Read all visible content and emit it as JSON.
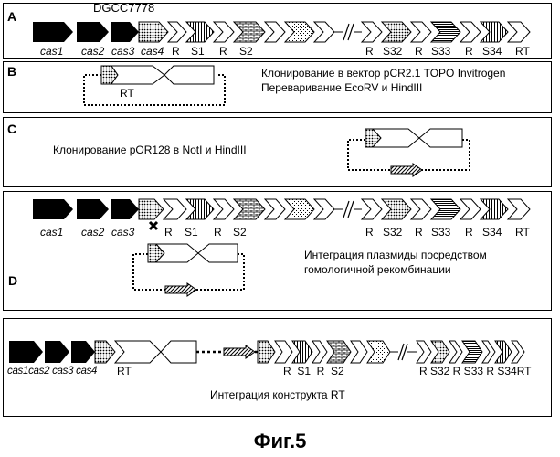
{
  "panels": {
    "a": {
      "letter": "A",
      "strain": "DGCC7778",
      "cas_labels": [
        "cas1",
        "cas2",
        "cas3",
        "cas4"
      ],
      "array_labels": [
        "R",
        "S1",
        "R",
        "S2"
      ],
      "array_labels_right": [
        "R",
        "S32",
        "R",
        "S33",
        "R",
        "S34",
        "RT"
      ]
    },
    "b": {
      "letter": "B",
      "rt_label": "RT",
      "text_line1": "Клонирование в вектор pCR2.1 TOPO Invitrogen",
      "text_line2": "Переваривание EcoRV и HindIII"
    },
    "c": {
      "letter": "C",
      "text": "Клонирование pOR128 в NotI и HindIII"
    },
    "d": {
      "letter": "D",
      "cas_labels": [
        "cas1",
        "cas2",
        "cas3"
      ],
      "array_labels": [
        "R",
        "S1",
        "R",
        "S2"
      ],
      "array_labels_right": [
        "R",
        "S32",
        "R",
        "S33",
        "R",
        "S34",
        "RT"
      ],
      "text_line1": "Интеграция плазмиды посредством",
      "text_line2": "гомологичной рекомбинации"
    },
    "e": {
      "cas_labels": "cas1cas2 cas3 cas4",
      "rt_label": "RT",
      "array_labels": "R  S1  R  S2",
      "array_labels_right": "R S32 R S33 R S34RT",
      "text": "Интеграция конструкта RT"
    }
  },
  "figure_caption": "Фиг.5"
}
